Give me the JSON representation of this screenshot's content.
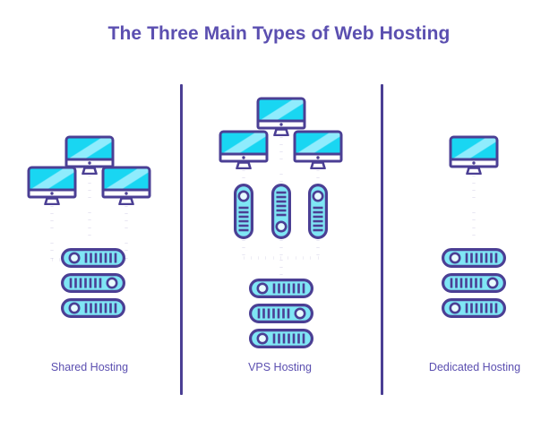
{
  "header": {
    "title": "The Three Main Types of Web Hosting"
  },
  "theme": {
    "background": "#ffffff",
    "title_color": "#5b4fb0",
    "outline_color": "#4b3f94",
    "screen_cyan": "#19d6f2",
    "screen_highlight": "#8aeafc",
    "server_fill": "#7fe6f5",
    "dot_color": "#4b3f94",
    "divider_color": "#4b3f94",
    "label_color": "#5b4fb0"
  },
  "panels": [
    {
      "id": "shared",
      "label": "Shared Hosting",
      "monitors": 3,
      "monitor_layout": "one-top-two-below",
      "vps_units": 0,
      "server_units": 3,
      "connector_style": "three-dotted-verticals"
    },
    {
      "id": "vps",
      "label": "VPS Hosting",
      "monitors": 3,
      "monitor_layout": "one-top-two-below",
      "vps_units": 3,
      "server_units": 3,
      "connector_style": "dotted-verticals-and-horizontal-bus"
    },
    {
      "id": "dedicated",
      "label": "Dedicated Hosting",
      "monitors": 1,
      "monitor_layout": "single-top",
      "vps_units": 0,
      "server_units": 3,
      "connector_style": "single-dotted-vertical"
    }
  ],
  "dividers": [
    {
      "name": "divider-shared-vps"
    },
    {
      "name": "divider-vps-dedicated"
    }
  ],
  "icon_details": {
    "server_unit_bars": 7,
    "vps_unit_bars": 7,
    "monitor": "desktop-monitor-with-stand"
  }
}
